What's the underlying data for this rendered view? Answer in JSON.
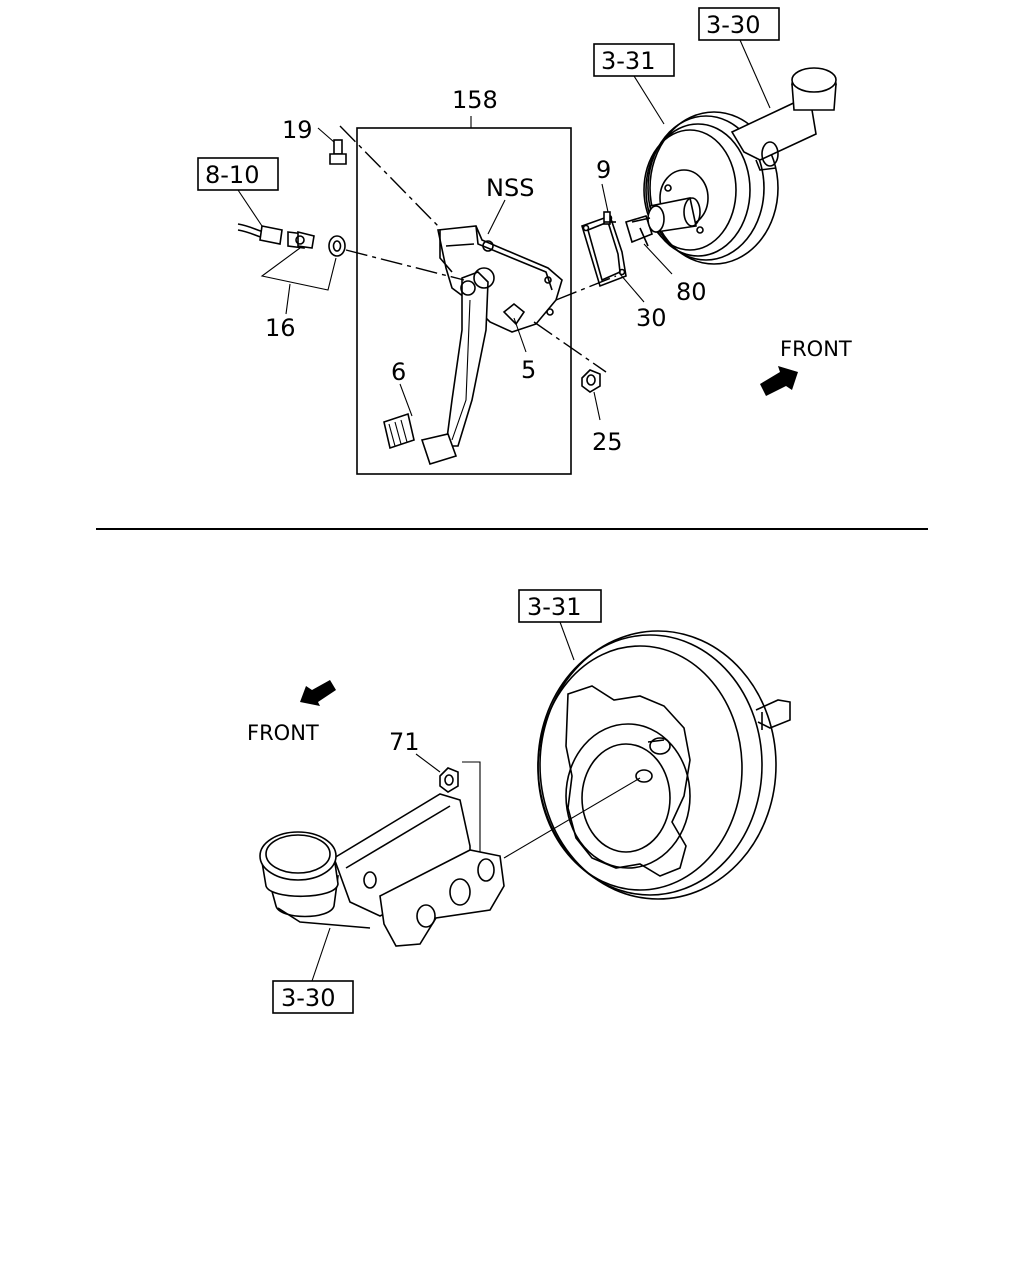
{
  "ref_boxes": {
    "top_3_30": "3-30",
    "top_3_31": "3-31",
    "top_8_10": "8-10",
    "bottom_3_31": "3-31",
    "bottom_3_30": "3-30"
  },
  "callouts": {
    "c158": "158",
    "c19": "19",
    "cNSS": "NSS",
    "c9": "9",
    "c80": "80",
    "c30": "30",
    "c16": "16",
    "c6": "6",
    "c5": "5",
    "c25": "25",
    "c71": "71"
  },
  "direction": {
    "top_front": "FRONT",
    "bottom_front": "FRONT"
  }
}
